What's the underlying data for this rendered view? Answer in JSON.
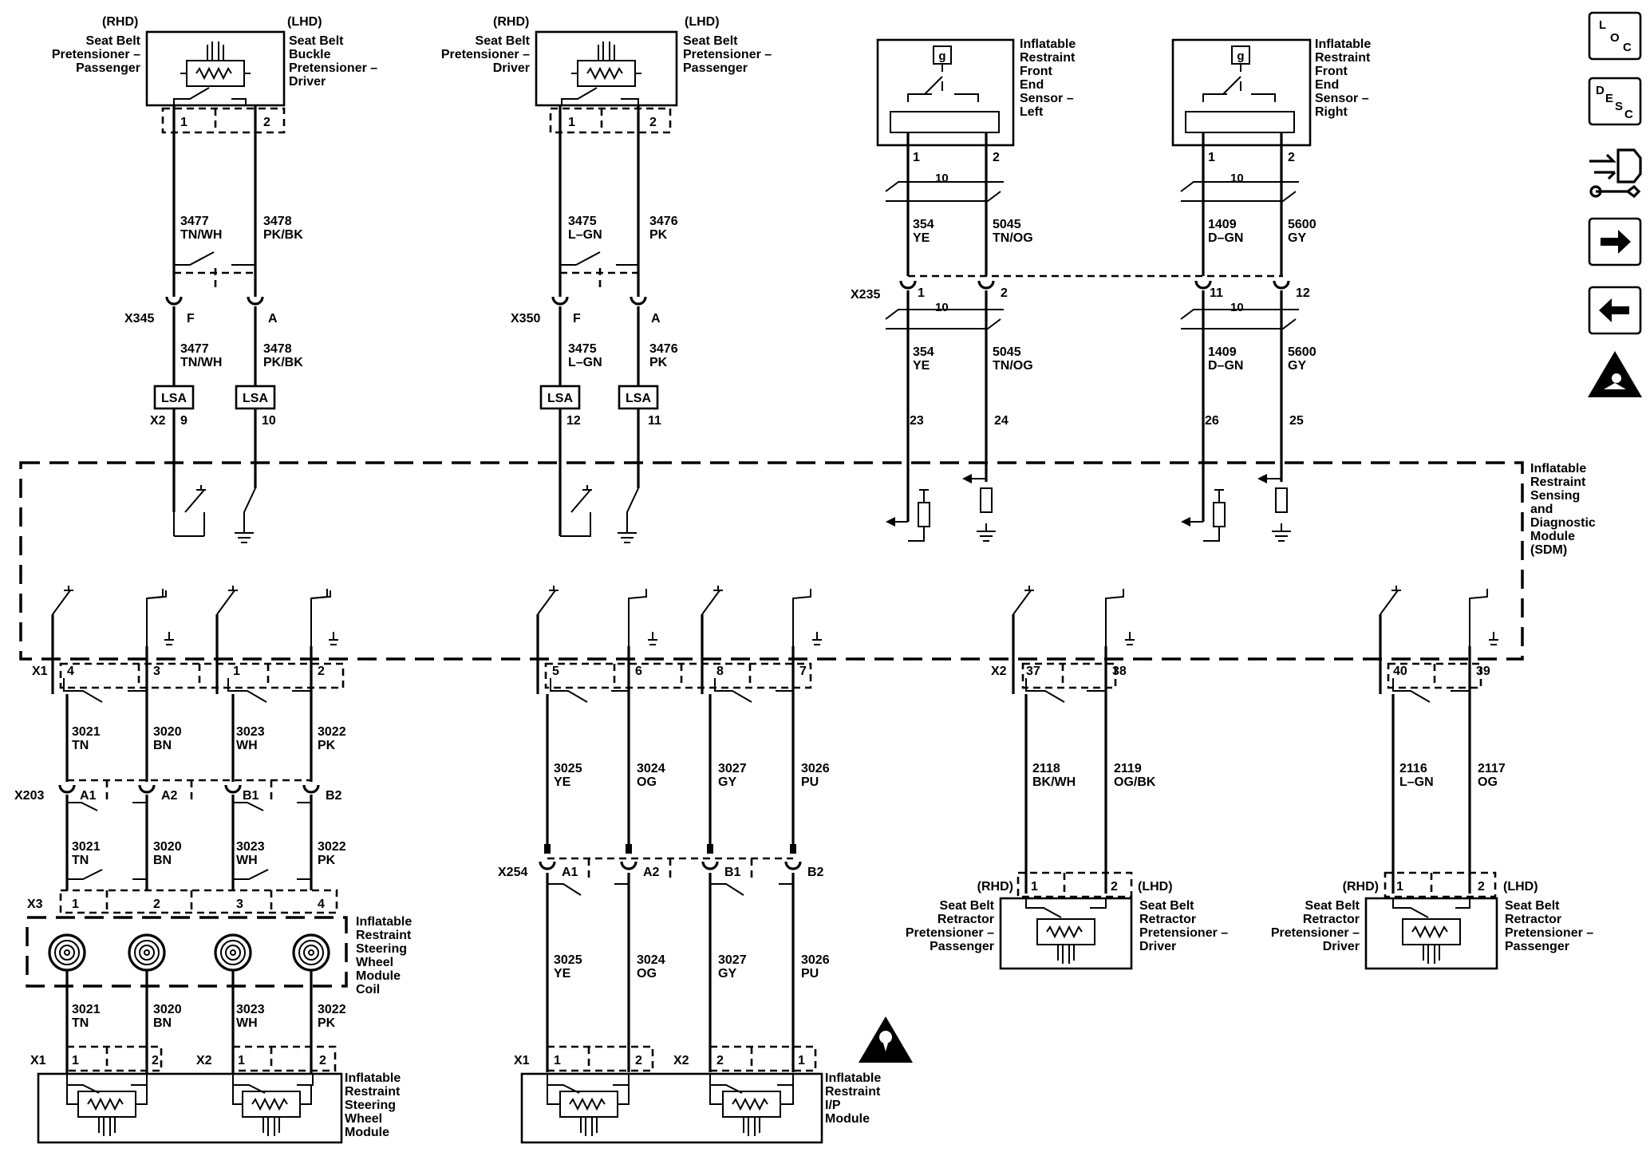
{
  "labels": {
    "rhd": "(RHD)",
    "lhd": "(LHD)",
    "sb_pret_pass": [
      "Seat Belt",
      "Pretensioner –",
      "Passenger"
    ],
    "sb_buckle_driver": [
      "Seat Belt",
      "Buckle",
      "Pretensioner –",
      "Driver"
    ],
    "sb_pret_driver": [
      "Seat Belt",
      "Pretensioner –",
      "Driver"
    ],
    "sb_pret_pass2": [
      "Seat Belt",
      "Pretensioner –",
      "Passenger"
    ],
    "front_left": [
      "Inflatable",
      "Restraint",
      "Front",
      "End",
      "Sensor –",
      "Left"
    ],
    "front_right": [
      "Inflatable",
      "Restraint",
      "Front",
      "End",
      "Sensor –",
      "Right"
    ],
    "sdm": [
      "Inflatable",
      "Restraint",
      "Sensing",
      "and",
      "Diagnostic",
      "Module",
      "(SDM)"
    ],
    "coil": [
      "Inflatable",
      "Restraint",
      "Steering",
      "Wheel",
      "Module",
      "Coil"
    ],
    "wheel_module": [
      "Inflatable",
      "Restraint",
      "Steering",
      "Wheel",
      "Module"
    ],
    "ip_module": [
      "Inflatable",
      "Restraint",
      "I/P",
      "Module"
    ],
    "retractor_pass": [
      "Seat Belt",
      "Retractor",
      "Pretensioner –",
      "Passenger"
    ],
    "retractor_driver": [
      "Seat Belt",
      "Retractor",
      "Pretensioner –",
      "Driver"
    ],
    "lsa": "LSA",
    "sensor_g": "g"
  },
  "connectors": {
    "x345": "X345",
    "x350": "X350",
    "x235": "X235",
    "x2": "X2",
    "x1": "X1",
    "x203": "X203",
    "x3": "X3",
    "x254": "X254"
  },
  "pins": {
    "p1": "1",
    "p2": "2",
    "p3": "3",
    "p4": "4",
    "p5": "5",
    "p6": "6",
    "p7": "7",
    "p8": "8",
    "p9": "9",
    "p10": "10",
    "p11": "11",
    "p12": "12",
    "p23": "23",
    "p24": "24",
    "p25": "25",
    "p26": "26",
    "p37": "37",
    "p38": "38",
    "p39": "39",
    "p40": "40",
    "pf": "F",
    "pa": "A",
    "a1": "A1",
    "a2": "A2",
    "b1": "B1",
    "b2": "B2",
    "twist": "10"
  },
  "wires": {
    "c3477": "3477",
    "c3478": "3478",
    "c3475": "3475",
    "c3476": "3476",
    "c354": "354",
    "c5045": "5045",
    "c1409": "1409",
    "c5600": "5600",
    "c3021": "3021",
    "c3020": "3020",
    "c3023": "3023",
    "c3022": "3022",
    "c3025": "3025",
    "c3024": "3024",
    "c3027": "3027",
    "c3026": "3026",
    "c2118": "2118",
    "c2119": "2119",
    "c2116": "2116",
    "c2117": "2117",
    "tnwh": "TN/WH",
    "pkbk": "PK/BK",
    "lgn": "L–GN",
    "pk": "PK",
    "ye": "YE",
    "tnog": "TN/OG",
    "dgn": "D–GN",
    "gy": "GY",
    "tn": "TN",
    "bn": "BN",
    "wh": "WH",
    "og": "OG",
    "pu": "PU",
    "bkwh": "BK/WH",
    "ogbk": "OG/BK"
  },
  "nav": {
    "loc_l": "L",
    "loc_oc": "O",
    "loc_c": "C",
    "desc_d": "D",
    "desc_e": "E",
    "desc_s": "S",
    "desc_c": "C",
    "icons": [
      "loc-icon",
      "desc-icon",
      "connector-wrench-icon",
      "next-arrow-icon",
      "prev-arrow-icon",
      "airbag-warning-icon"
    ]
  }
}
